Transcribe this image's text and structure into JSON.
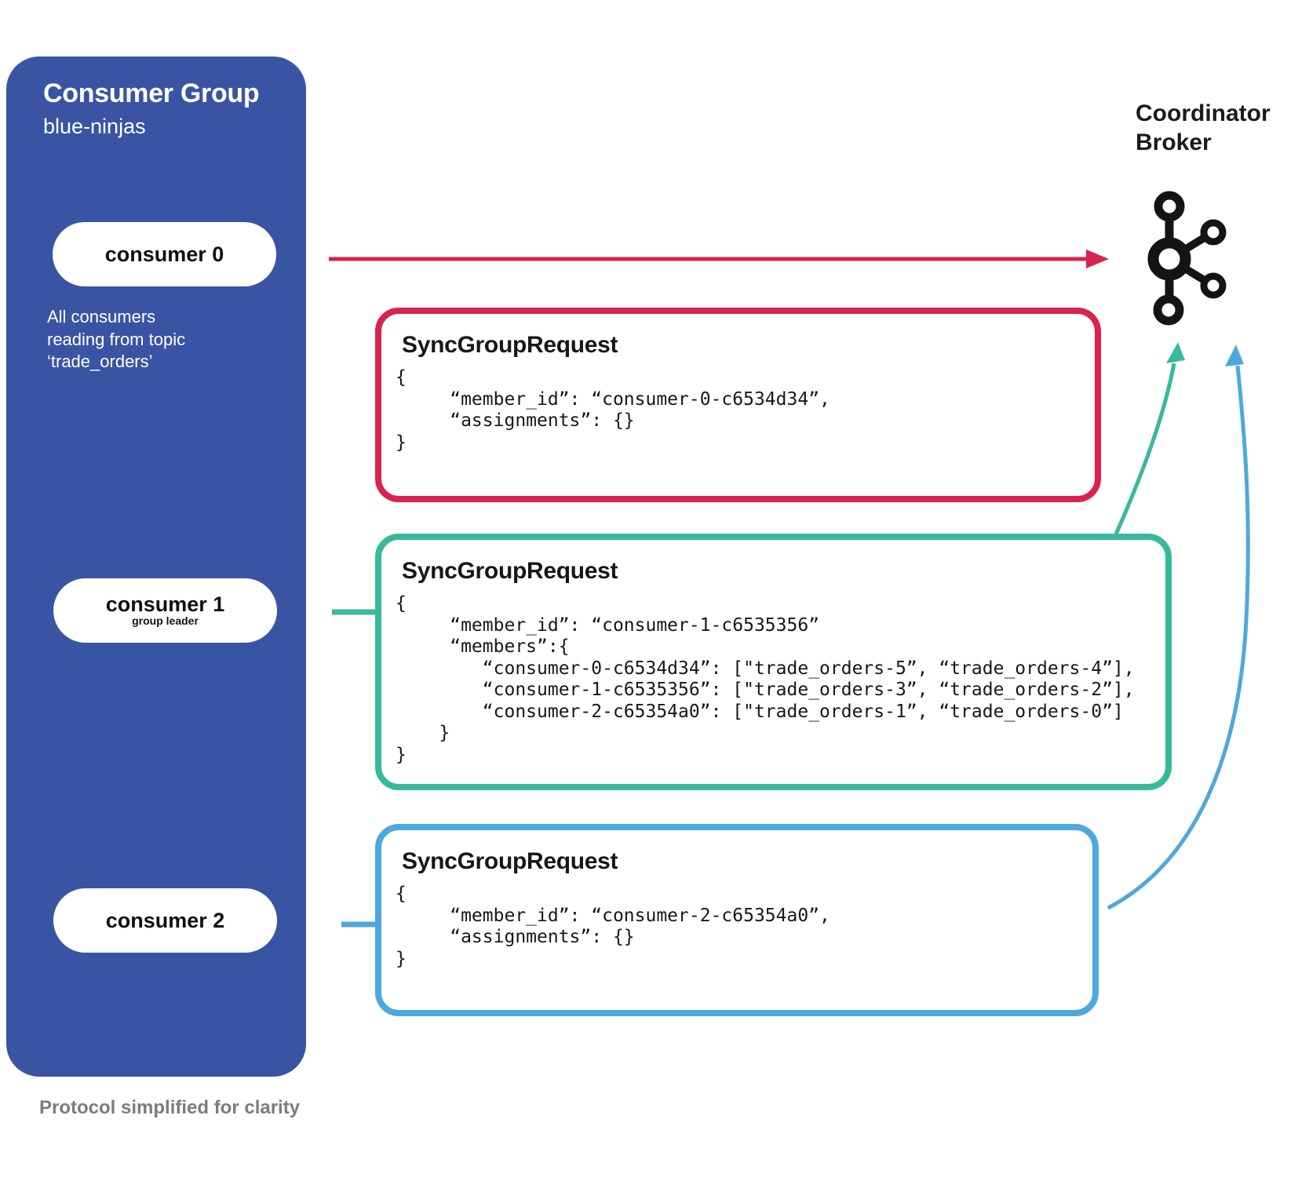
{
  "consumer_group": {
    "title": "Consumer Group",
    "name": "blue-ninjas",
    "consumers": [
      {
        "label": "consumer 0",
        "sublabel": ""
      },
      {
        "label": "consumer 1",
        "sublabel": "group leader"
      },
      {
        "label": "consumer 2",
        "sublabel": ""
      }
    ],
    "note": "All consumers\nreading from topic\n‘trade_orders’"
  },
  "coordinator": {
    "label_line1": "Coordinator",
    "label_line2": "Broker",
    "icon": "kafka-logo"
  },
  "requests": [
    {
      "from": "consumer 0",
      "title": "SyncGroupRequest",
      "accent_color": "#d8234f",
      "code": "{\n     “member_id”: “consumer-0-c6534d34”,\n     “assignments”: {}\n}"
    },
    {
      "from": "consumer 1",
      "title": "SyncGroupRequest",
      "accent_color": "#37ba9b",
      "code": "{\n     “member_id”: “consumer-1-c6535356”\n     “members”:{\n        “consumer-0-c6534d34”: [\"trade_orders-5”, “trade_orders-4”],\n        “consumer-1-c6535356”: [\"trade_orders-3”, “trade_orders-2”],\n        “consumer-2-c65354a0”: [\"trade_orders-1”, “trade_orders-0”]\n    }\n}"
    },
    {
      "from": "consumer 2",
      "title": "SyncGroupRequest",
      "accent_color": "#4fa8dd",
      "code": "{\n     “member_id”: “consumer-2-c65354a0”,\n     “assignments”: {}\n}"
    }
  ],
  "footnote": "Protocol simplified for clarity",
  "colors": {
    "panel_blue": "#3a54a4",
    "crimson": "#d8234f",
    "teal": "#37ba9b",
    "sky_blue": "#4fa8dd",
    "dark": "#17171a",
    "gray": "#7b7c7f"
  }
}
